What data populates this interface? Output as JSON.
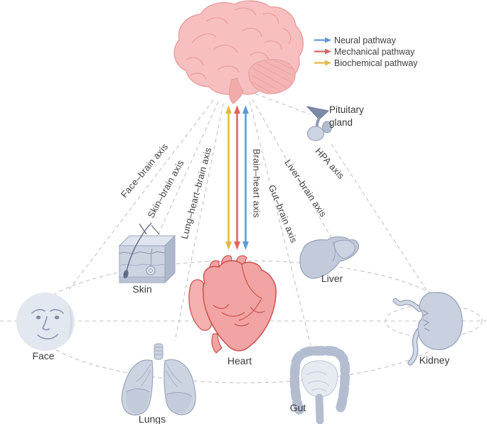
{
  "figure": {
    "name": "Brain–body axes diagram",
    "background": "#ffffff"
  },
  "legend": {
    "items": [
      {
        "id": "neural",
        "label": "Neural pathway",
        "color": "#5b9bd5"
      },
      {
        "id": "mechanical",
        "label": "Mechanical pathway",
        "color": "#e0655f"
      },
      {
        "id": "biochemical",
        "label": "Biochemical pathway",
        "color": "#e4b84b"
      }
    ]
  },
  "axis_labels": {
    "face_brain": "Face–brain axis",
    "skin_brain": "Skin–brain axis",
    "lung_heart_brain": "Lung–heart–brain axis",
    "brain_heart": "Brain–heart axis",
    "gut_brain": "Gut–brain axis",
    "liver_brain": "Liver–brain axis",
    "hpa": "HPA axis"
  },
  "organ_labels": {
    "face": "Face",
    "skin": "Skin",
    "lungs": "Lungs",
    "heart": "Heart",
    "gut": "Gut",
    "liver": "Liver",
    "kidney": "Kidney",
    "pituitary": "Pituitary gland"
  },
  "colors": {
    "brain_fill": "#f7bfbf",
    "brain_line": "#ec9f9f",
    "heart_fill": "#f2a3a3",
    "heart_line": "#c9534f",
    "organ_fill": "#c9d0df",
    "organ_line": "#9aa4bd",
    "dash_line": "#c2c2c2",
    "text": "#3a3a3a"
  }
}
